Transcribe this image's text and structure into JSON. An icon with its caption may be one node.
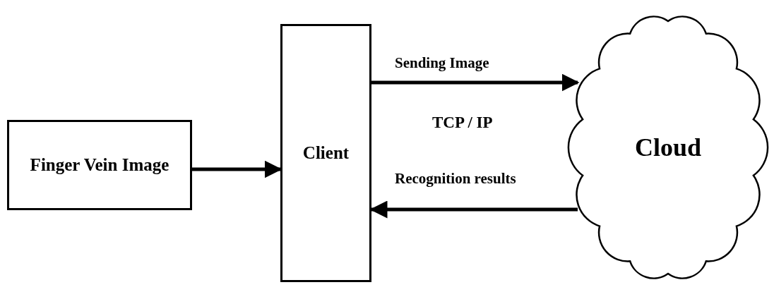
{
  "diagram": {
    "nodes": [
      {
        "text": [
          "Finger Vein Image"
        ]
      },
      {
        "text": [
          "Client"
        ]
      },
      {
        "text": [
          "Cloud"
        ]
      }
    ],
    "edges": [
      {
        "from": 0,
        "to": 1,
        "arrow": "to"
      },
      {
        "from": 1,
        "to": 2,
        "arrow": "to",
        "label": "Sending Image"
      },
      {
        "from": 2,
        "to": 1,
        "arrow": "to",
        "label": "Recognition results"
      }
    ],
    "labels": [
      "TCP / IP"
    ]
  }
}
